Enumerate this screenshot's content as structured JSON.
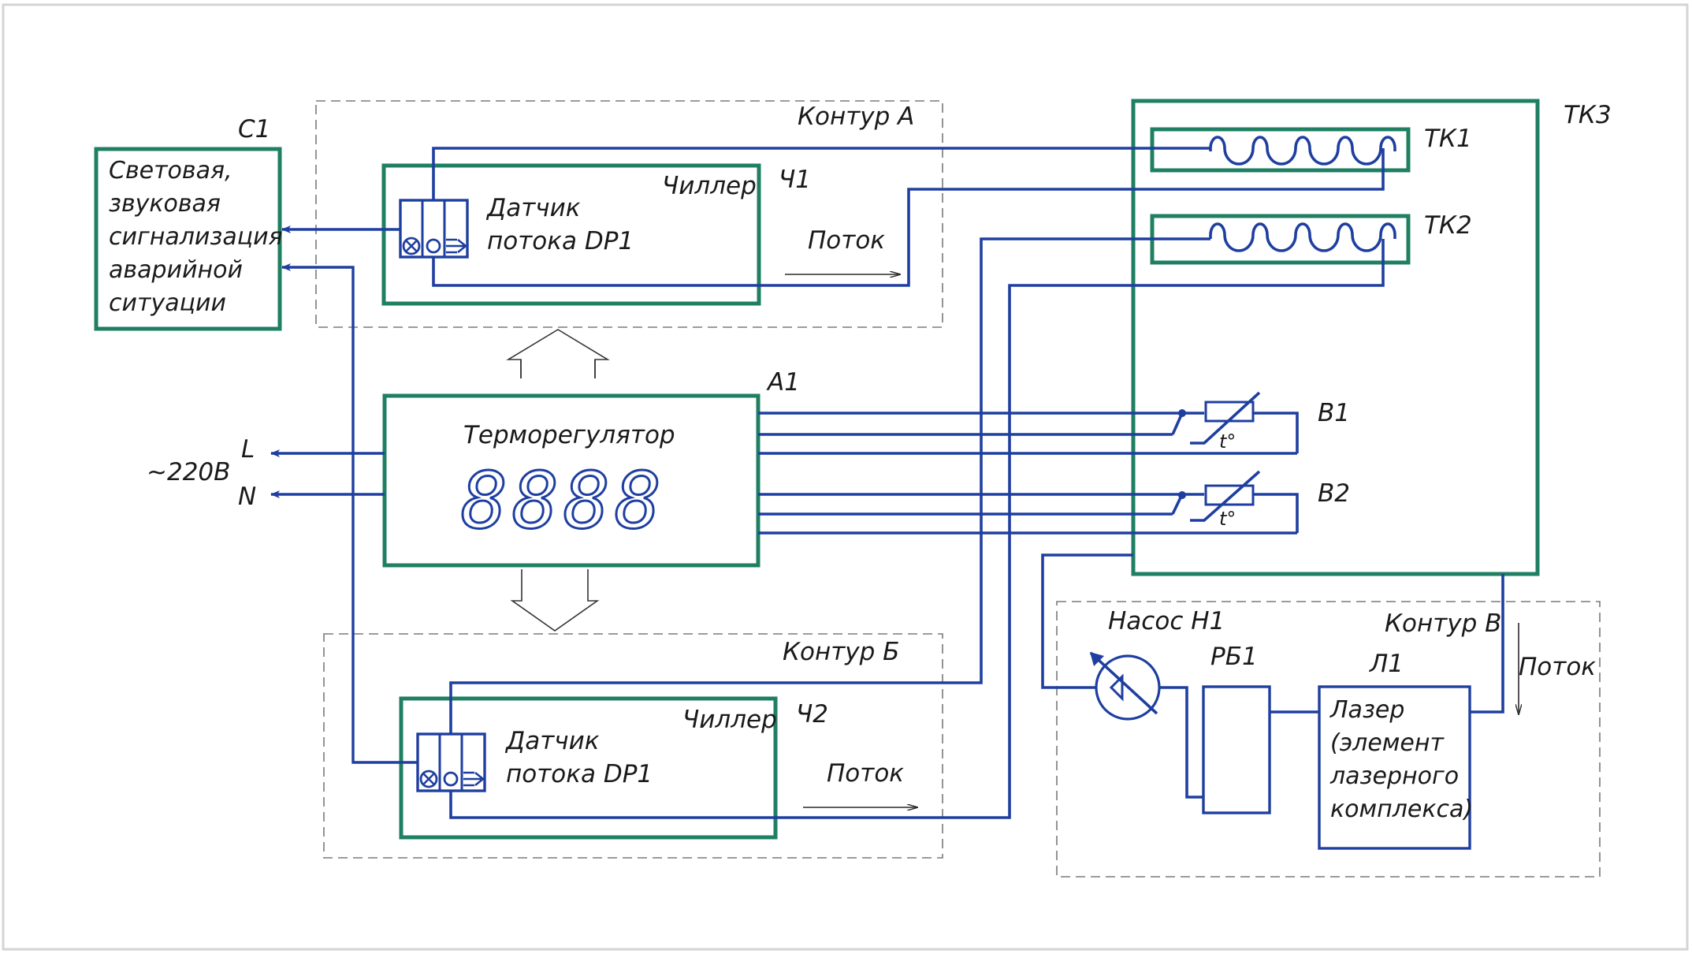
{
  "labels": {
    "c1_tag": "С1",
    "alarm_lines": [
      "Световая,",
      "звуковая",
      "сигнализация",
      "аварийной",
      "ситуации"
    ],
    "contour_a": "Контур А",
    "contour_b": "Контур Б",
    "contour_v": "Контур В",
    "chiller1_title": "Чиллер",
    "chiller1_tag": "Ч1",
    "chiller2_title": "Чиллер",
    "chiller2_tag": "Ч2",
    "sensor1_lines": [
      "Датчик",
      "потока DP1"
    ],
    "sensor2_lines": [
      "Датчик",
      "потока DP1"
    ],
    "flow1": "Поток",
    "flow2": "Поток",
    "flow3": "Поток",
    "a1_tag": "А1",
    "thermoregulator": "Терморегулятор",
    "display_value": "8888",
    "phase_l": "L",
    "phase_n": "N",
    "voltage": "~220В",
    "tk3_tag": "ТК3",
    "tk1_tag": "ТК1",
    "tk2_tag": "ТК2",
    "b1_tag": "В1",
    "b2_tag": "В2",
    "temp_symbol_1": "t°",
    "temp_symbol_2": "t°",
    "pump": "Насос Н1",
    "rb1": "РБ1",
    "l1": "Л1",
    "laser_lines": [
      "Лазер",
      "(элемент",
      "лазерного",
      "комплекса)"
    ]
  },
  "colors": {
    "box_border": "#1f7f62",
    "wire": "#1f3fa0",
    "dashed_border": "#7a7a7a",
    "text": "#1a1a1a"
  }
}
